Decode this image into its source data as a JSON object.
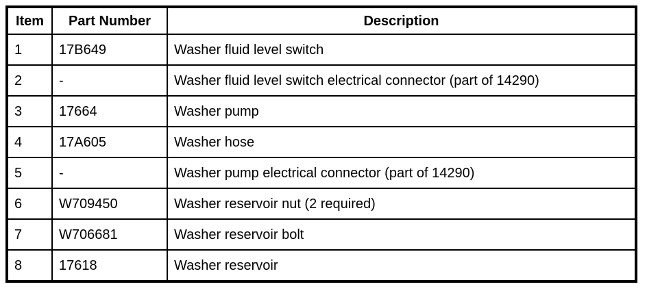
{
  "colors": {
    "background": "#ffffff",
    "border": "#000000",
    "text": "#000000"
  },
  "table": {
    "columns": [
      "Item",
      "Part Number",
      "Description"
    ],
    "rows": [
      [
        "1",
        "17B649",
        "Washer fluid level switch"
      ],
      [
        "2",
        "-",
        "Washer fluid level switch electrical connector (part of 14290)"
      ],
      [
        "3",
        "17664",
        "Washer pump"
      ],
      [
        "4",
        "17A605",
        "Washer hose"
      ],
      [
        "5",
        "-",
        "Washer pump electrical connector (part of 14290)"
      ],
      [
        "6",
        "W709450",
        "Washer reservoir nut (2 required)"
      ],
      [
        "7",
        "W706681",
        "Washer reservoir bolt"
      ],
      [
        "8",
        "17618",
        "Washer reservoir"
      ]
    ]
  }
}
